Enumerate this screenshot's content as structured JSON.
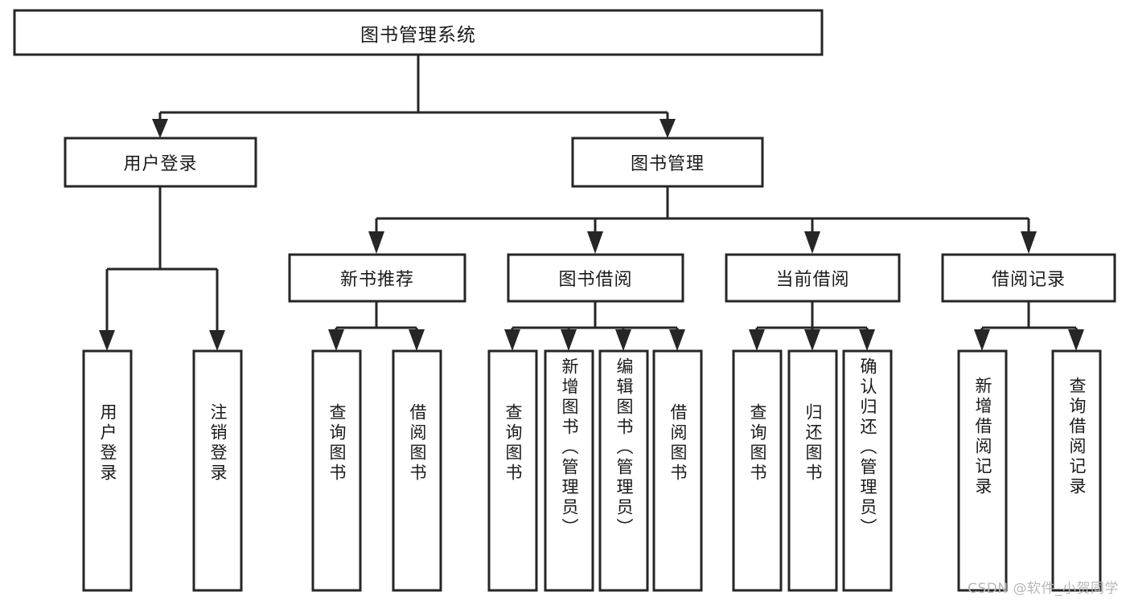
{
  "diagram": {
    "type": "tree-hierarchy-chart",
    "title": "图书管理系统",
    "watermark": "CSDN @软件_小贺同学",
    "colors": {
      "stroke": "#262626",
      "fill": "#ffffff",
      "text": "#1a1a1a",
      "watermark": "#b8b8b8"
    },
    "levels": [
      {
        "level": 1,
        "nodes": [
          {
            "id": "root",
            "label": "图书管理系统",
            "orientation": "horizontal"
          }
        ]
      },
      {
        "level": 2,
        "nodes": [
          {
            "id": "user-login",
            "label": "用户登录",
            "orientation": "horizontal",
            "parent": "root"
          },
          {
            "id": "book-manage",
            "label": "图书管理",
            "orientation": "horizontal",
            "parent": "root"
          }
        ]
      },
      {
        "level": 3,
        "nodes": [
          {
            "id": "new-book-rec",
            "label": "新书推荐",
            "orientation": "horizontal",
            "parent": "book-manage"
          },
          {
            "id": "book-borrow",
            "label": "图书借阅",
            "orientation": "horizontal",
            "parent": "book-manage"
          },
          {
            "id": "current-borrow",
            "label": "当前借阅",
            "orientation": "horizontal",
            "parent": "book-manage"
          },
          {
            "id": "borrow-record",
            "label": "借阅记录",
            "orientation": "horizontal",
            "parent": "book-manage"
          }
        ]
      },
      {
        "level": 4,
        "nodes": [
          {
            "id": "leaf-user-login",
            "label": "用户登录",
            "orientation": "vertical",
            "parent": "user-login"
          },
          {
            "id": "leaf-logout",
            "label": "注销登录",
            "orientation": "vertical",
            "parent": "user-login"
          },
          {
            "id": "leaf-query-book-1",
            "label": "查询图书",
            "orientation": "vertical",
            "parent": "new-book-rec"
          },
          {
            "id": "leaf-borrow-book-1",
            "label": "借阅图书",
            "orientation": "vertical",
            "parent": "new-book-rec"
          },
          {
            "id": "leaf-query-book-2",
            "label": "查询图书",
            "orientation": "vertical",
            "parent": "book-borrow"
          },
          {
            "id": "leaf-add-book",
            "label": "新增图书（管理员）",
            "orientation": "vertical",
            "parent": "book-borrow"
          },
          {
            "id": "leaf-edit-book",
            "label": "编辑图书（管理员）",
            "orientation": "vertical",
            "parent": "book-borrow"
          },
          {
            "id": "leaf-borrow-book-2",
            "label": "借阅图书",
            "orientation": "vertical",
            "parent": "book-borrow"
          },
          {
            "id": "leaf-query-book-3",
            "label": "查询图书",
            "orientation": "vertical",
            "parent": "current-borrow"
          },
          {
            "id": "leaf-return-book",
            "label": "归还图书",
            "orientation": "vertical",
            "parent": "current-borrow"
          },
          {
            "id": "leaf-confirm-return",
            "label": "确认归还（管理员）",
            "orientation": "vertical",
            "parent": "current-borrow"
          },
          {
            "id": "leaf-add-record",
            "label": "新增借阅记录",
            "orientation": "vertical",
            "parent": "borrow-record"
          },
          {
            "id": "leaf-query-record",
            "label": "查询借阅记录",
            "orientation": "vertical",
            "parent": "borrow-record"
          }
        ]
      }
    ]
  }
}
